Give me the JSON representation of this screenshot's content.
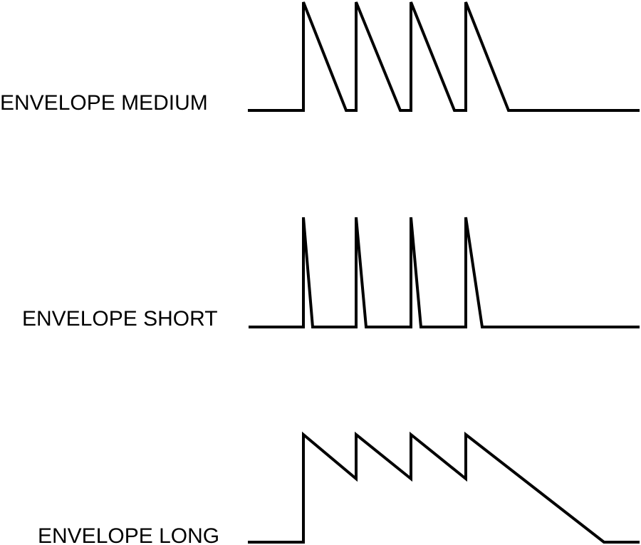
{
  "envelopes": [
    {
      "id": "medium",
      "label": "ENVELOPE MEDIUM"
    },
    {
      "id": "short",
      "label": "ENVELOPE SHORT"
    },
    {
      "id": "long",
      "label": "ENVELOPE LONG"
    }
  ],
  "colors": {
    "stroke": "#000000",
    "background": "#ffffff"
  }
}
